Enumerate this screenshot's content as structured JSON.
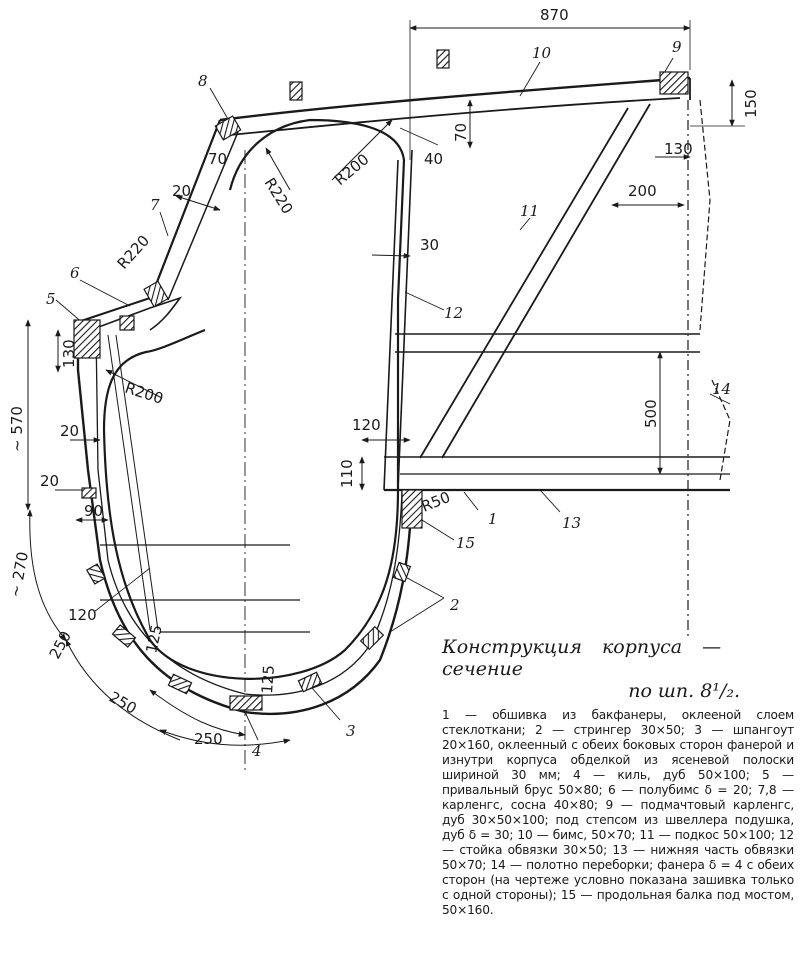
{
  "dimensions": {
    "d870": "870",
    "d150": "150",
    "d130a": "130",
    "d200": "200",
    "d70": "70",
    "r200a": "R200",
    "r220a": "R220",
    "d40": "40",
    "d20a": "20",
    "d70b": "70",
    "r220b": "R220",
    "d30": "30",
    "d130b": "130",
    "r200b": "R200",
    "d570": "~ 570",
    "d20b": "20",
    "d20c": "20",
    "d90": "90",
    "d120a": "120",
    "d110": "110",
    "r50": "R50",
    "d500": "500",
    "d270": "~ 270",
    "d120b": "120",
    "d250a": "250",
    "d250b": "250",
    "d250c": "250",
    "d125a": "125",
    "d125b": "125"
  },
  "parts": {
    "p1": "1",
    "p2": "2",
    "p3": "3",
    "p4": "4",
    "p5": "5",
    "p6": "6",
    "p7": "7",
    "p8": "8",
    "p9": "9",
    "p10": "10",
    "p11": "11",
    "p12": "12",
    "p13": "13",
    "p14": "14",
    "p15": "15"
  },
  "caption": {
    "title_line1": "Конструкция корпуса — сечение",
    "title_line2": "по шп. 8¹/₂.",
    "legend": "1 — обшивка из бакфанеры, оклееной слоем стеклоткани; 2 — стрингер 30×50; 3 — шпангоут 20×160, оклеенный с обеих боковых сторон фанерой и изнутри корпуса обделкой из ясеневой полоски шириной 30 мм; 4 — киль, дуб 50×100; 5 — привальный брус 50×80; 6 — полубимс δ = 20; 7,8 — карленгс, сосна 40×80; 9 — подмачтовый карленгс, дуб 30×50×100; под степсом из швеллера подушка, дуб δ = 30; 10 — бимс, 50×70; 11 — подкос 50×100; 12 — стойка обвязки 30×50; 13 — нижняя часть обвязки 50×70; 14 — полотно переборки; фанера δ = 4 с обеих сторон (на чертеже условно показана зашивка только с одной стороны); 15 — продольная балка под мостом, 50×160."
  }
}
